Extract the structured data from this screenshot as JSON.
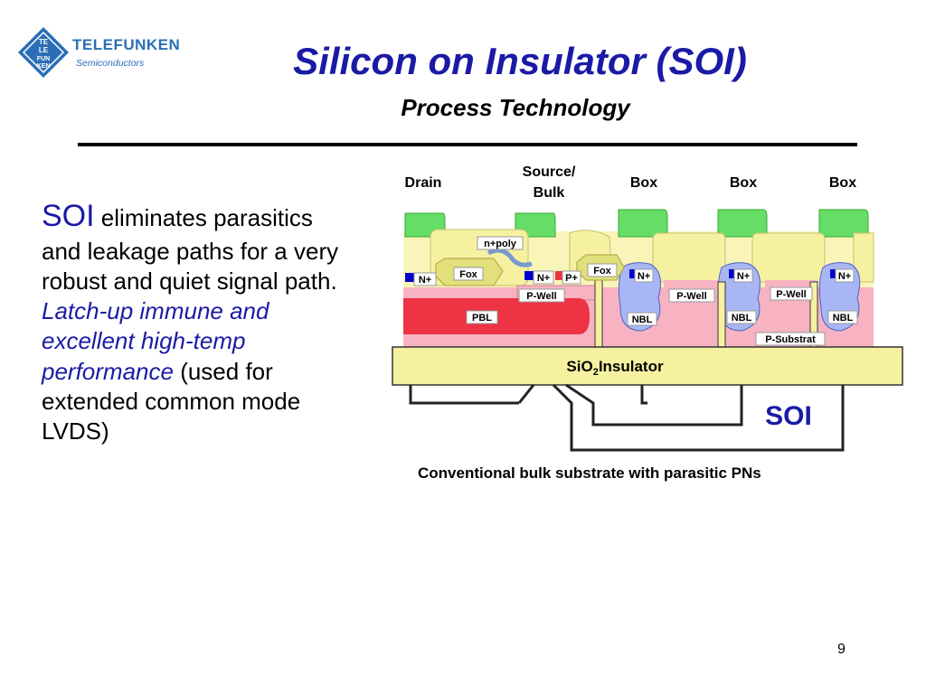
{
  "logo": {
    "brand": "TELEFUNKEN",
    "sub": "Semiconductors",
    "badge_letters": [
      "TE",
      "LE",
      "FUN",
      "KEN"
    ]
  },
  "title": "Silicon on Insulator  (SOI)",
  "subtitle": "Process Technology",
  "body": {
    "lead": "SOI",
    "part1": " eliminates parasitics and leakage paths for a very robust and quiet signal path.",
    "italic": "Latch-up immune and excellent high-temp performance",
    "part2": "  (used for extended common mode LVDS)"
  },
  "diagram": {
    "headers": {
      "drain": "Drain",
      "source": "Source/",
      "bulk": "Bulk",
      "box1": "Box",
      "box2": "Box",
      "box3": "Box"
    },
    "labels": {
      "n_poly": "n+poly",
      "fox1": "Fox",
      "fox2": "Fox",
      "n_plus": "N+",
      "p_plus": "P+",
      "p_well": "P-Well",
      "pbl": "PBL",
      "nbl": "NBL",
      "p_substrate": "P-Substrat",
      "insulator_pre": "SiO",
      "insulator_sub": "2",
      "insulator_post": "Insulator",
      "soi": "SOI"
    },
    "colors": {
      "green": "#66dd66",
      "pink": "#f7b3c2",
      "yellow": "#f5f1a1",
      "red": "#ee3344",
      "blue": "#a8b6f5",
      "darkblue": "#0000cc",
      "label_blue": "#1a1aa6"
    }
  },
  "caption": "Conventional bulk substrate with parasitic PNs",
  "page_number": "9"
}
